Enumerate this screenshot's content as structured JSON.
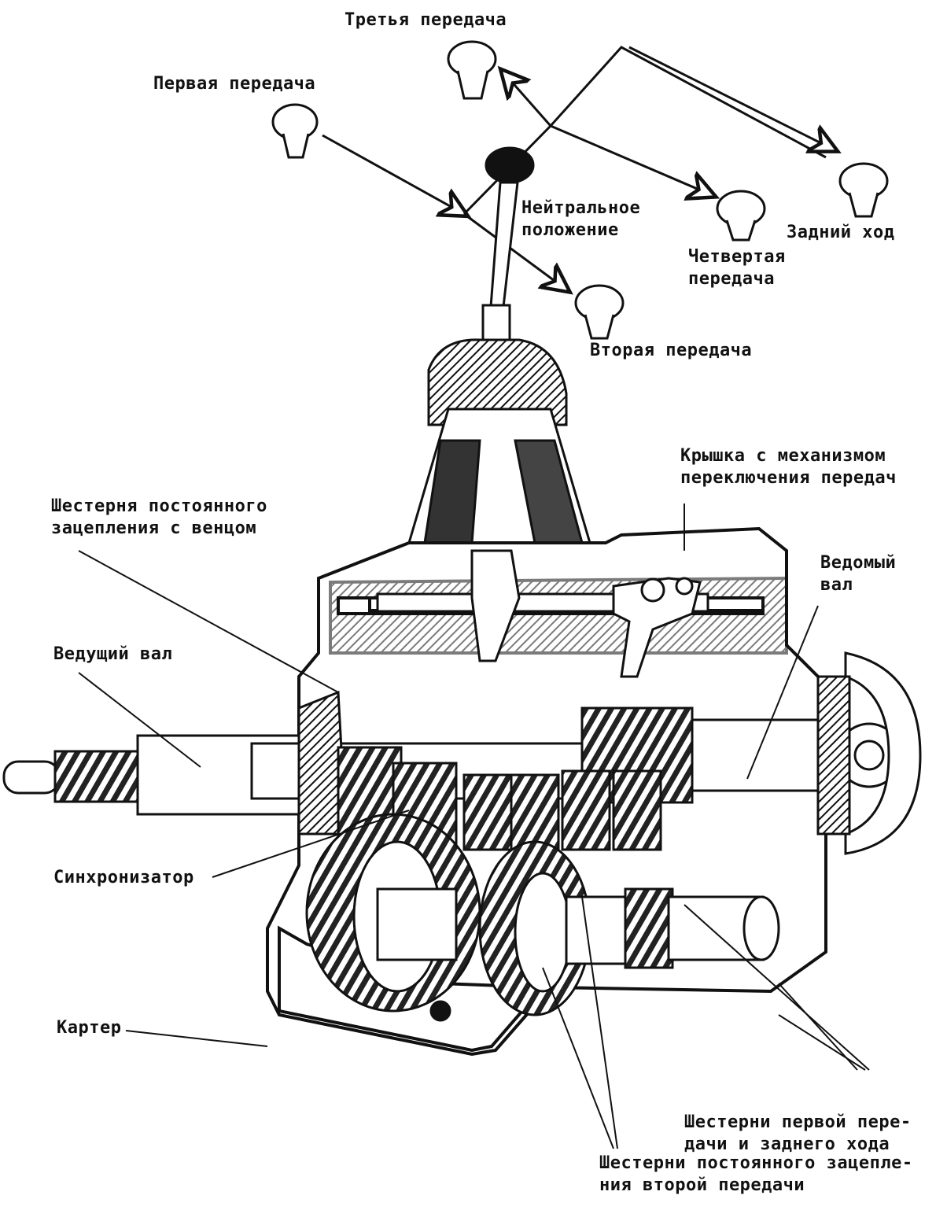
{
  "labels": {
    "third_gear": "Третья передача",
    "first_gear": "Первая передача",
    "neutral": [
      "Нейтральное",
      "положение"
    ],
    "fourth_gear": [
      "Четвертая",
      "передача"
    ],
    "reverse": "Задний ход",
    "second_gear": "Вторая передача",
    "cover": [
      "Крышка с механизмом",
      "переключения передач"
    ],
    "constant_mesh_gear": [
      "Шестерня постоянного",
      "зацепления с венцом"
    ],
    "driven_shaft": [
      "Ведомый",
      "вал"
    ],
    "drive_shaft": "Ведущий вал",
    "synchronizer": "Синхронизатор",
    "housing": "Картер",
    "first_reverse_gears": [
      "Шестерни первой пере-",
      "дачи и заднего хода"
    ],
    "second_gear_constant_mesh": [
      "Шестерни постоянного зацепле-",
      "ния второй передачи"
    ]
  },
  "colors": {
    "ink": "#111111",
    "paper": "#ffffff",
    "shade": "#555555"
  }
}
